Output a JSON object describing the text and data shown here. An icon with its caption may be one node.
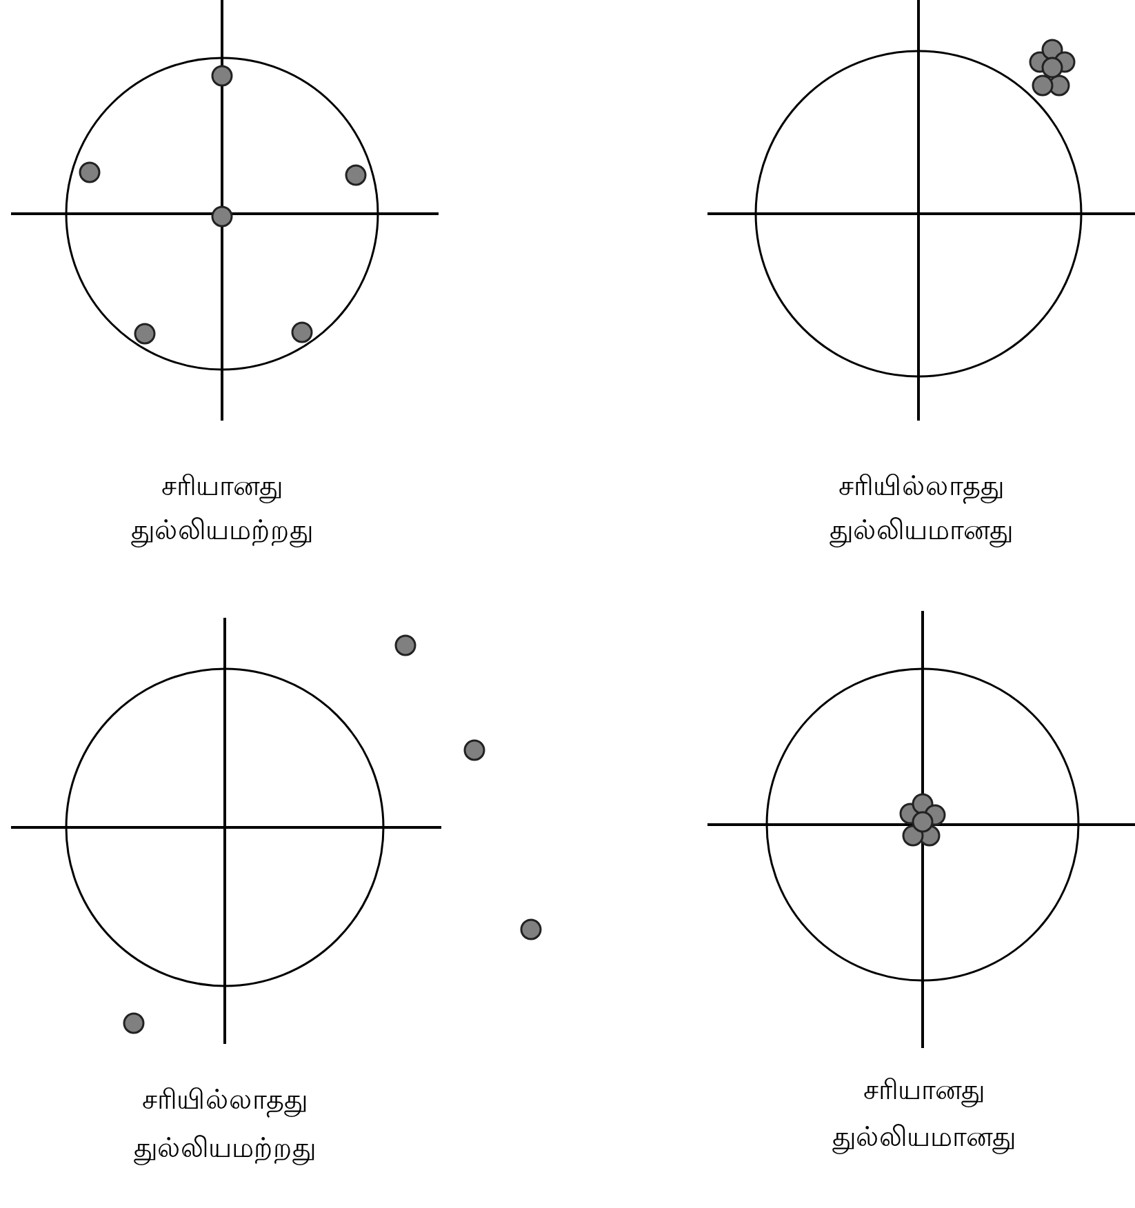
{
  "diagram": {
    "labels": [
      "சரியானது",
      "துல்லியமற்றது",
      "சரியில்லாதது",
      "துல்லியமானது",
      "சரியில்லாதது",
      "துல்லியமற்றது",
      "சரியானது",
      "துல்லியமானது"
    ]
  }
}
